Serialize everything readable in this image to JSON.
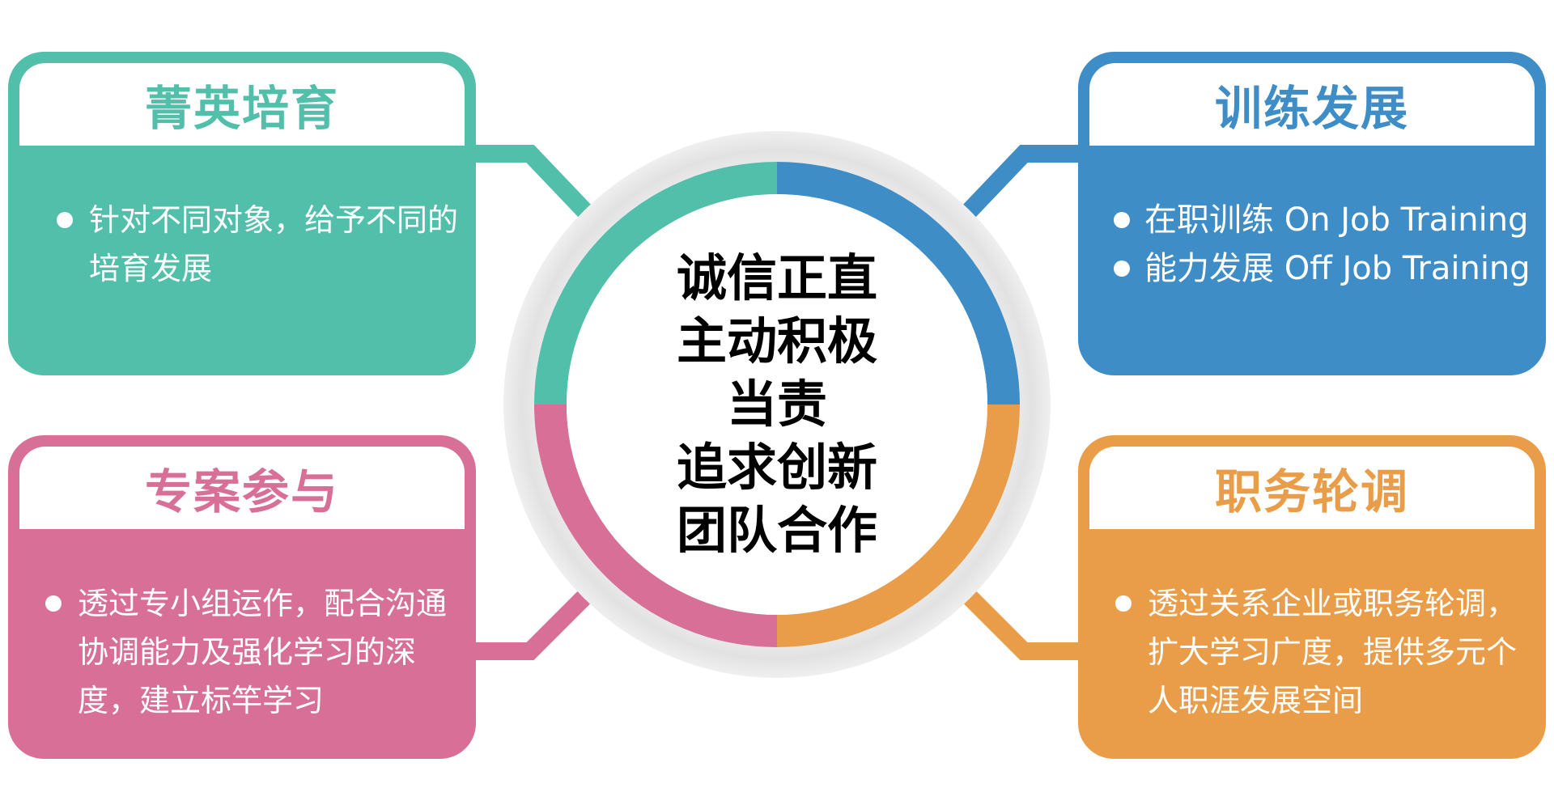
{
  "colors": {
    "teal": "#52bfaa",
    "blue": "#3f8dc6",
    "pink": "#d86f96",
    "orange": "#e99d48",
    "ring_gray": "#e4e4e4"
  },
  "cards": {
    "top_left": {
      "title": "菁英培育",
      "items": [
        "针对不同对象，给予不同的培育发展"
      ]
    },
    "top_right": {
      "title": "训练发展",
      "items": [
        "在职训练 On Job Training",
        "能力发展 Off Job Training"
      ]
    },
    "bottom_left": {
      "title": "专案参与",
      "items": [
        "透过专小组运作，配合沟通协调能力及强化学习的深度，建立标竿学习"
      ]
    },
    "bottom_right": {
      "title": "职务轮调",
      "items": [
        "透过关系企业或职务轮调，扩大学习广度，提供多元个人职涯发展空间"
      ]
    }
  },
  "center": {
    "values": [
      "诚信正直",
      "主动积极",
      "当责",
      "追求创新",
      "团队合作"
    ]
  }
}
